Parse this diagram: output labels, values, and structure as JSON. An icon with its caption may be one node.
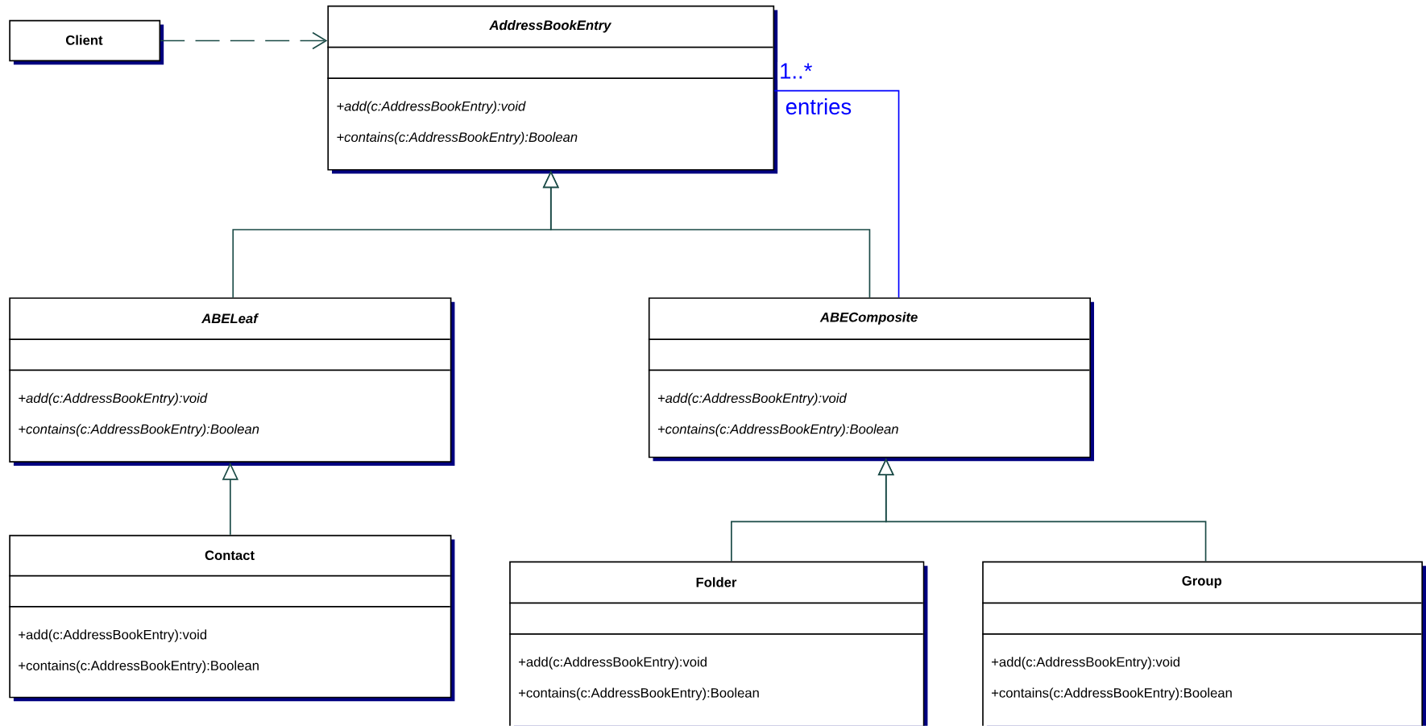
{
  "diagram": {
    "nodes": [
      {
        "text": [
          "Client"
        ]
      },
      {
        "text": [
          "AddressBookEntry",
          "+add(c:AddressBookEntry):void",
          "+contains(c:AddressBookEntry):Boolean"
        ]
      },
      {
        "text": [
          "ABELeaf",
          "+add(c:AddressBookEntry):void",
          "+contains(c:AddressBookEntry):Boolean"
        ]
      },
      {
        "text": [
          "ABEComposite",
          "+add(c:AddressBookEntry):void",
          "+contains(c:AddressBookEntry):Boolean"
        ]
      },
      {
        "text": [
          "Contact",
          "+add(c:AddressBookEntry):void",
          "+contains(c:AddressBookEntry):Boolean"
        ]
      },
      {
        "text": [
          "Folder",
          "+add(c:AddressBookEntry):void",
          "+contains(c:AddressBookEntry):Boolean"
        ]
      },
      {
        "text": [
          "Group",
          "+add(c:AddressBookEntry):void",
          "+contains(c:AddressBookEntry):Boolean"
        ]
      }
    ],
    "edges": [
      {
        "from": 0,
        "to": 1,
        "arrow": "to",
        "style": "dashed"
      },
      {
        "from": 2,
        "to": 1,
        "arrow": "to"
      },
      {
        "from": 3,
        "to": 1,
        "arrow": "to"
      },
      {
        "from": 3,
        "to": 1,
        "arrow": "none",
        "label": "entries",
        "color": "#0000ff"
      },
      {
        "from": 4,
        "to": 2,
        "arrow": "to"
      },
      {
        "from": 5,
        "to": 3,
        "arrow": "to"
      },
      {
        "from": 6,
        "to": 3,
        "arrow": "to"
      }
    ],
    "labels": [
      "1..*"
    ]
  }
}
